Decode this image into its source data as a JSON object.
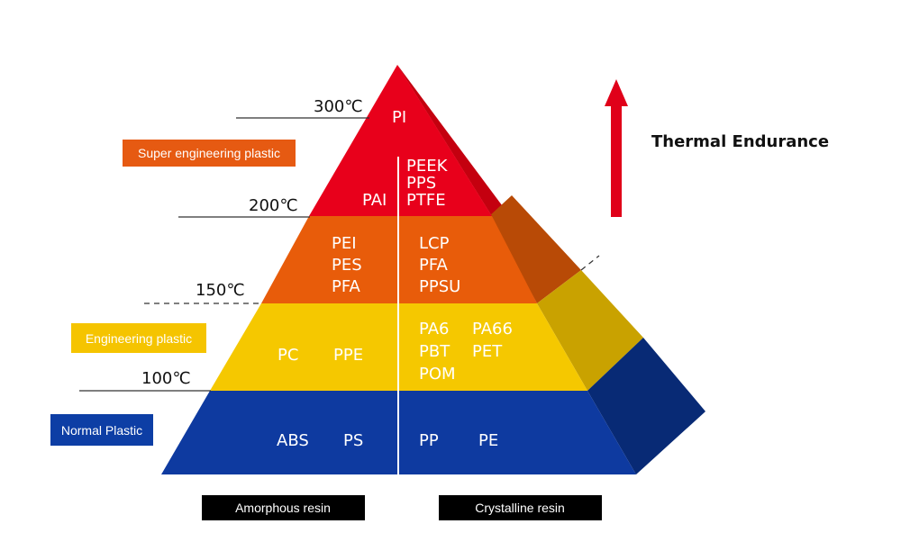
{
  "colors": {
    "super_front": "#e8001b",
    "super_side": "#b8000f",
    "eng_high_front": "#e85c0a",
    "eng_high_side": "#b84a06",
    "eng_front": "#f5c800",
    "eng_side": "#c9a200",
    "normal_front": "#0e3aa0",
    "normal_side": "#082a75",
    "super_tag": "#e65a12",
    "eng_tag": "#f5c400",
    "normal_tag": "#0d3ea5",
    "resin_tag": "#000000",
    "arrow": "#e00019"
  },
  "categories": {
    "super": "Super engineering plastic",
    "engineering": "Engineering plastic",
    "normal": "Normal Plastic"
  },
  "temperatures": {
    "t300": "300℃",
    "t200": "200℃",
    "t150": "150℃",
    "t100": "100℃"
  },
  "thermal_endurance": "Thermal Endurance",
  "resins": {
    "amorphous": "Amorphous resin",
    "crystalline": "Crystalline resin"
  },
  "layers": {
    "top": {
      "center": "PI",
      "left": [
        "PAI"
      ],
      "right": [
        "PEEK",
        "PPS",
        "PTFE"
      ]
    },
    "upper_mid": {
      "left": [
        "PEI",
        "PES",
        "PFA"
      ],
      "right": [
        "LCP",
        "PFA",
        "PPSU"
      ]
    },
    "lower_mid": {
      "left": [
        "PC",
        "PPE"
      ],
      "right_col1": [
        "PA6",
        "PBT",
        "POM"
      ],
      "right_col2": [
        "PA66",
        "PET"
      ]
    },
    "bottom": {
      "left": [
        "ABS",
        "PS"
      ],
      "right": [
        "PP",
        "PE"
      ]
    }
  }
}
